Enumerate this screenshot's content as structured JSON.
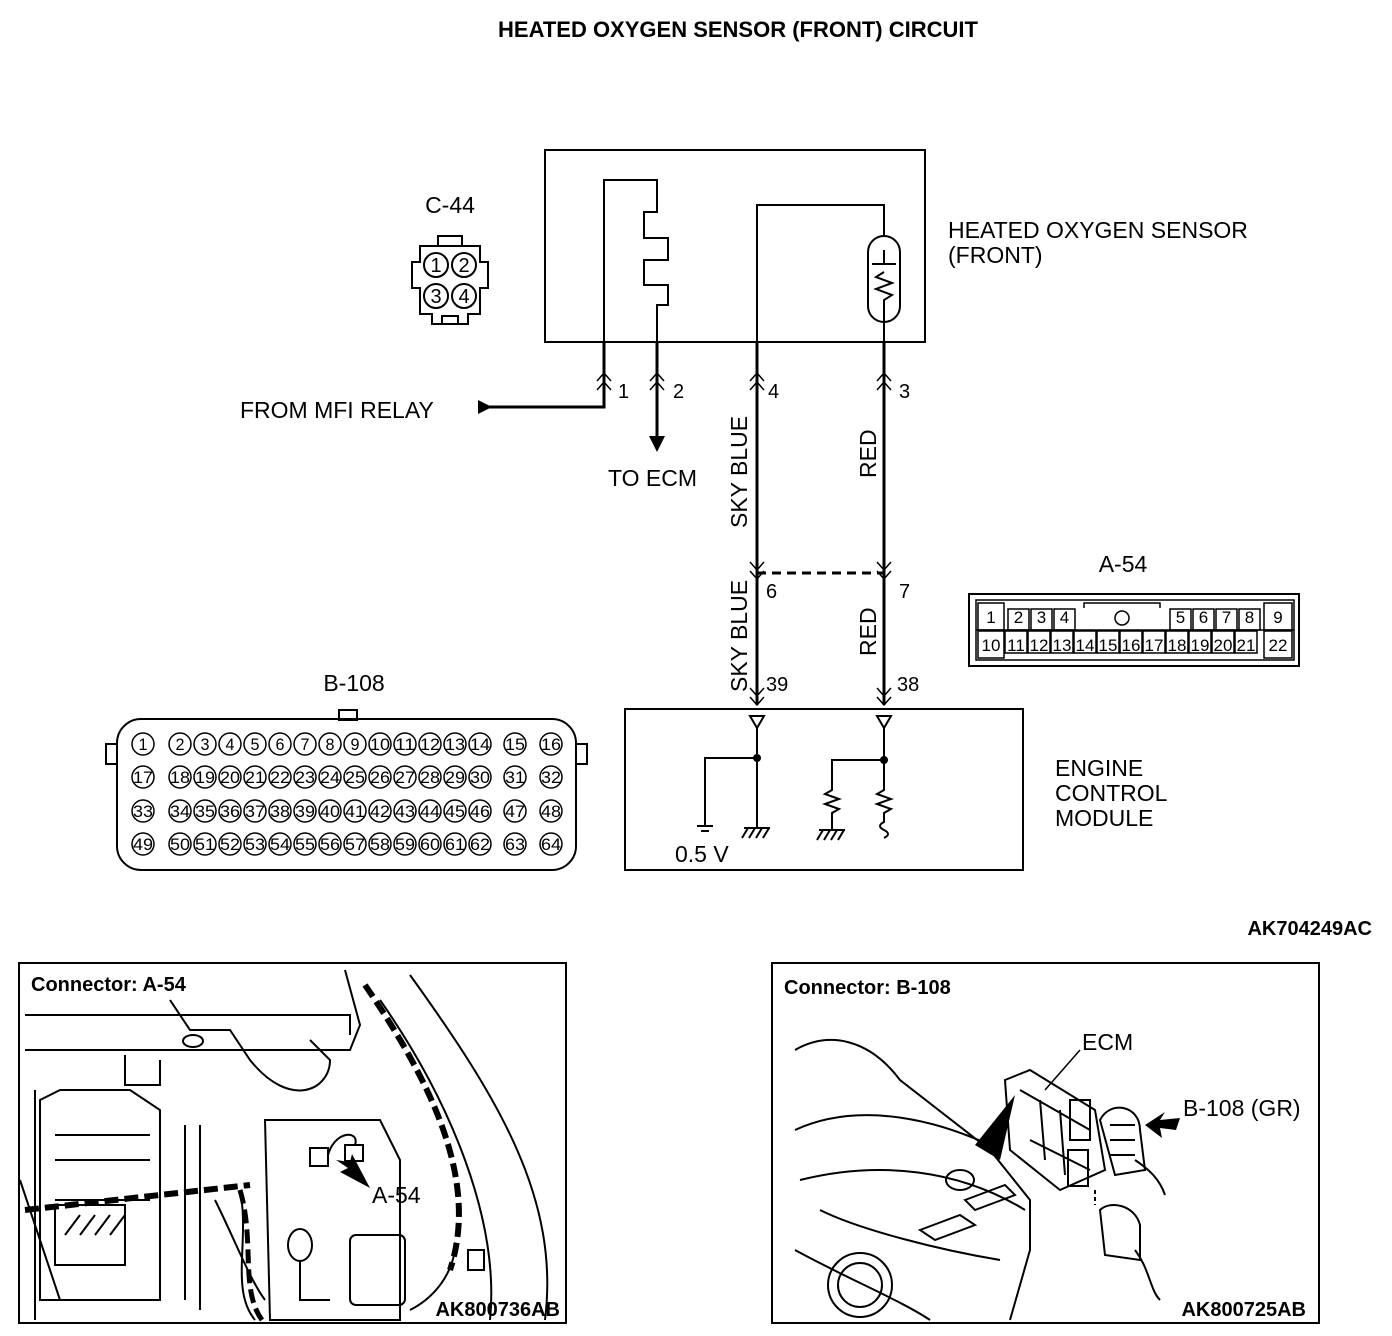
{
  "title": "HEATED OXYGEN SENSOR (FRONT) CIRCUIT",
  "doc_code": "AK704249AC",
  "sensor": {
    "line1": "HEATED OXYGEN SENSOR",
    "line2": "(FRONT)"
  },
  "ecm": {
    "line1": "ENGINE",
    "line2": "CONTROL",
    "line3": "MODULE",
    "ref_voltage": "0.5 V"
  },
  "labels": {
    "from_relay": "FROM MFI RELAY",
    "to_ecm": "TO ECM"
  },
  "wires": {
    "sky_blue_upper": "SKY BLUE",
    "red_upper": "RED",
    "sky_blue_lower": "SKY BLUE",
    "red_lower": "RED"
  },
  "pins": {
    "p1": "1",
    "p2": "2",
    "p4": "4",
    "p3": "3",
    "p6": "6",
    "p7": "7",
    "p39": "39",
    "p38": "38"
  },
  "connector_c44": {
    "name": "C-44",
    "pins": [
      "1",
      "2",
      "3",
      "4"
    ]
  },
  "connector_a54": {
    "name": "A-54",
    "row1": [
      "1",
      "2",
      "3",
      "4",
      "5",
      "6",
      "7",
      "8",
      "9"
    ],
    "row2": [
      "10",
      "11",
      "12",
      "13",
      "14",
      "15",
      "16",
      "17",
      "18",
      "19",
      "20",
      "21",
      "22"
    ]
  },
  "connector_b108": {
    "name": "B-108",
    "rows": [
      [
        "1",
        "2",
        "3",
        "4",
        "5",
        "6",
        "7",
        "8",
        "9",
        "10",
        "11",
        "12",
        "13",
        "14",
        "15",
        "16"
      ],
      [
        "17",
        "18",
        "19",
        "20",
        "21",
        "22",
        "23",
        "24",
        "25",
        "26",
        "27",
        "28",
        "29",
        "30",
        "31",
        "32"
      ],
      [
        "33",
        "34",
        "35",
        "36",
        "37",
        "38",
        "39",
        "40",
        "41",
        "42",
        "43",
        "44",
        "45",
        "46",
        "47",
        "48"
      ],
      [
        "49",
        "50",
        "51",
        "52",
        "53",
        "54",
        "55",
        "56",
        "57",
        "58",
        "59",
        "60",
        "61",
        "62",
        "63",
        "64"
      ]
    ]
  },
  "panel_left": {
    "title": "Connector: A-54",
    "callout": "A-54",
    "code": "AK800736AB"
  },
  "panel_right": {
    "title": "Connector: B-108",
    "ecm_label": "ECM",
    "callout": "B-108 (GR)",
    "code": "AK800725AB"
  }
}
